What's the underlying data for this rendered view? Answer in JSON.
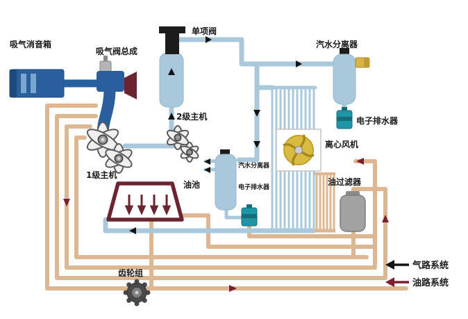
{
  "diagram": {
    "type": "compressor-system-schematic",
    "labels": {
      "intake_silencer": "吸气消音箱",
      "intake_valve_assembly": "吸气阀总成",
      "check_valve": "单项阀",
      "stage2_unit": "2级主机",
      "stage1_unit": "1级主机",
      "oil_pool": "油池",
      "mid_water_separator": "汽水分离器",
      "mid_electronic_drain": "电子排水器",
      "top_water_separator": "汽水分离器",
      "top_electronic_drain": "电子排水器",
      "centrifugal_fan": "离心风机",
      "oil_filter": "油过滤器",
      "gear_set": "齿轮组"
    },
    "legend": [
      {
        "label": "气路系统",
        "color": "#141414"
      },
      {
        "label": "油路系统",
        "color": "#7a1f2b"
      }
    ],
    "colors": {
      "air_pipe": "#a9c8db",
      "air_component_dark": "#2a5f9e",
      "oil_pipe": "#dcb791",
      "oil_accent": "#7a1f2b",
      "drain_teal": "#1f96a5",
      "fan_yellow": "#d9bc3f",
      "component_gray": "#a2a2a2",
      "outlet_gold": "#d9b348"
    }
  }
}
